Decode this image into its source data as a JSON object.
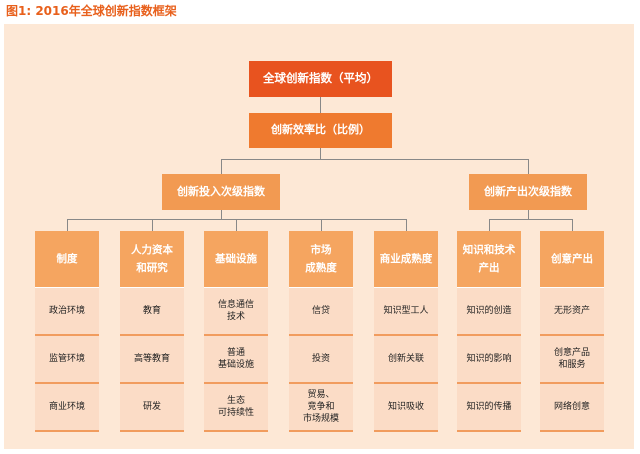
{
  "title": "图1: 2016年全球创新指数框架",
  "root": "全球创新指数（平均）",
  "ratio": "创新效率比（比例）",
  "input_sub": "创新投入次级指数",
  "output_sub": "创新产出次级指数",
  "pillars": [
    {
      "name": "制度",
      "items": [
        "政治环境",
        "监管环境",
        "商业环境"
      ]
    },
    {
      "name": "人力资本\n和研究",
      "items": [
        "教育",
        "高等教育",
        "研发"
      ]
    },
    {
      "name": "基础设施",
      "items": [
        "信息通信\n技术",
        "普通\n基础设施",
        "生态\n可持续性"
      ]
    },
    {
      "name": "市场\n成熟度",
      "items": [
        "信贷",
        "投资",
        "贸易、\n竞争和\n市场规模"
      ]
    },
    {
      "name": "商业成熟度",
      "items": [
        "知识型工人",
        "创新关联",
        "知识吸收"
      ]
    },
    {
      "name": "知识和技术\n产出",
      "items": [
        "知识的创造",
        "知识的影响",
        "知识的传播"
      ]
    },
    {
      "name": "创意产出",
      "items": [
        "无形资产",
        "创意产品\n和服务",
        "网络创意"
      ]
    }
  ],
  "colors": {
    "root": "#e8531f",
    "level": "#ef7a2f",
    "pillar": "#f5a560",
    "cell": "#fbdcc6",
    "panel": "#fde8d6"
  }
}
